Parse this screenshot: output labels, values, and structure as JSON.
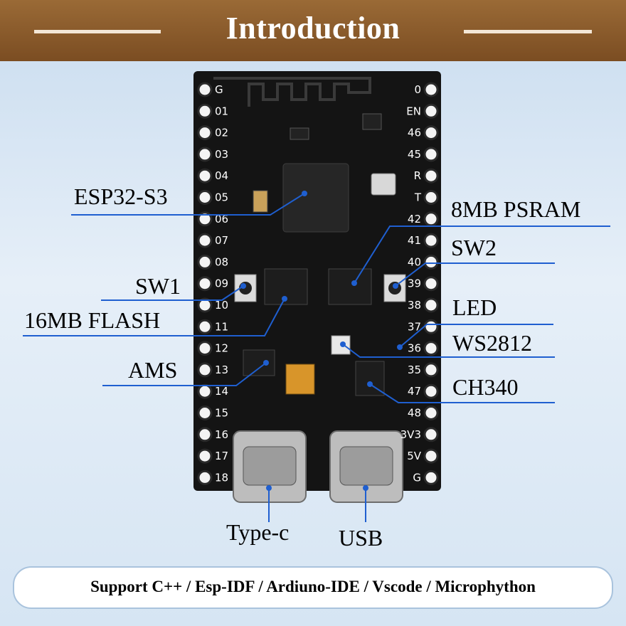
{
  "header": {
    "title": "Introduction"
  },
  "footer": {
    "text": "Support C++ / Esp-IDF / Ardiuno-IDE / Vscode / Microphython"
  },
  "labels": {
    "esp32": "ESP32-S3",
    "psram": "8MB PSRAM",
    "sw2": "SW2",
    "sw1": "SW1",
    "flash": "16MB FLASH",
    "led": "LED",
    "ws2812": "WS2812",
    "ams": "AMS",
    "ch340": "CH340",
    "typec": "Type-c",
    "usb": "USB"
  },
  "pins": {
    "left": [
      "G",
      "01",
      "02",
      "03",
      "04",
      "05",
      "06",
      "07",
      "08",
      "09",
      "10",
      "11",
      "12",
      "13",
      "14",
      "15",
      "16",
      "17",
      "18"
    ],
    "right": [
      "0",
      "EN",
      "46",
      "45",
      "R",
      "T",
      "42",
      "41",
      "40",
      "39",
      "38",
      "37",
      "36",
      "35",
      "47",
      "48",
      "3V3",
      "5V",
      "G"
    ]
  },
  "colors": {
    "header_brown": "#8a5a2b",
    "callout_blue": "#1f5fd0",
    "pcb_black": "#121212"
  }
}
